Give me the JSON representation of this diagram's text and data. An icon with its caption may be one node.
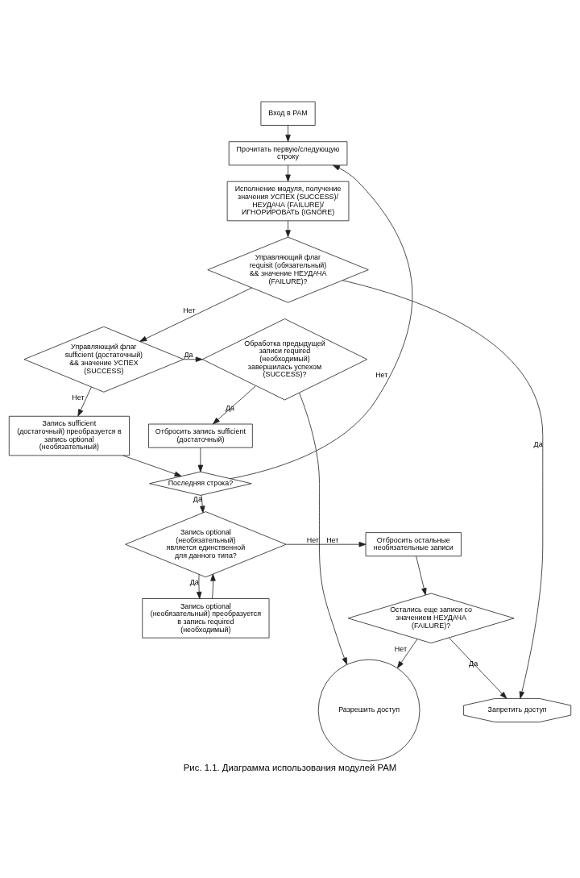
{
  "diagram": {
    "caption": "Рис. 1.1. Диаграмма использования модулей PAM",
    "nodes": [
      {
        "text": [
          "Вход в PAM"
        ]
      },
      {
        "text": [
          "Прочитать первую/следующую строку"
        ]
      },
      {
        "text": [
          "Исполнение модуля, получение значения УСПЕХ (SUCCESS)/ НЕУДАЧА (FAILURE)/ ИГНОРИРОВАТЬ (IGNORE)"
        ]
      },
      {
        "text": [
          "Управляющий флаг requisit (обязательный) && значение НЕУДАЧА (FAILURE)?"
        ]
      },
      {
        "text": [
          "Управляющий флаг sufficient (достаточный) && значение УСПЕХ (SUCCESS)"
        ]
      },
      {
        "text": [
          "Обработка предыдущей записи required (необходимый) завершилась успехом (SUCCESS)?"
        ]
      },
      {
        "text": [
          "Запись sufficient (достаточный) преобразуется в запись optional (необязательный)"
        ]
      },
      {
        "text": [
          "Отбросить запись sufficient (достаточный)"
        ]
      },
      {
        "text": [
          "Последняя строка?"
        ]
      },
      {
        "text": [
          "Запись optional (необязательный) является единственной для данного типа?"
        ]
      },
      {
        "text": [
          "Отбросить остальные необязательные записи"
        ]
      },
      {
        "text": [
          "Запись optional (необязательный) преобразуется в запись required (необходимый)"
        ]
      },
      {
        "text": [
          "Остались еще записи со значением НЕУДАЧА (FAILURE)?"
        ]
      },
      {
        "text": [
          "Разрешить доступ"
        ]
      },
      {
        "text": [
          "Запретить доступ"
        ]
      }
    ],
    "edges": [
      {
        "from": 0,
        "to": 1,
        "arrow": "to"
      },
      {
        "from": 1,
        "to": 2,
        "arrow": "to"
      },
      {
        "from": 2,
        "to": 3,
        "arrow": "to"
      },
      {
        "from": 3,
        "to": 14,
        "arrow": "to",
        "label": "Да"
      },
      {
        "from": 3,
        "to": 4,
        "arrow": "to",
        "label": "Нет"
      },
      {
        "from": 4,
        "to": 5,
        "arrow": "to",
        "label": "Да"
      },
      {
        "from": 4,
        "to": 6,
        "arrow": "to",
        "label": "Нет"
      },
      {
        "from": 5,
        "to": 7,
        "arrow": "to",
        "label": "Да"
      },
      {
        "from": 5,
        "to": 13,
        "arrow": "to",
        "label": "Нет"
      },
      {
        "from": 6,
        "to": 8,
        "arrow": "to"
      },
      {
        "from": 7,
        "to": 8,
        "arrow": "to"
      },
      {
        "from": 8,
        "to": 1,
        "arrow": "to",
        "label": "Нет"
      },
      {
        "from": 8,
        "to": 9,
        "arrow": "to",
        "label": "Да"
      },
      {
        "from": 9,
        "to": 11,
        "arrow": "to",
        "label": "Да"
      },
      {
        "from": 9,
        "to": 10,
        "arrow": "to",
        "label": "Нет"
      },
      {
        "from": 11,
        "to": 9,
        "arrow": "to"
      },
      {
        "from": 10,
        "to": 12,
        "arrow": "to"
      },
      {
        "from": 12,
        "to": 13,
        "arrow": "to",
        "label": "Нет"
      },
      {
        "from": 12,
        "to": 14,
        "arrow": "to",
        "label": "Да"
      }
    ]
  }
}
